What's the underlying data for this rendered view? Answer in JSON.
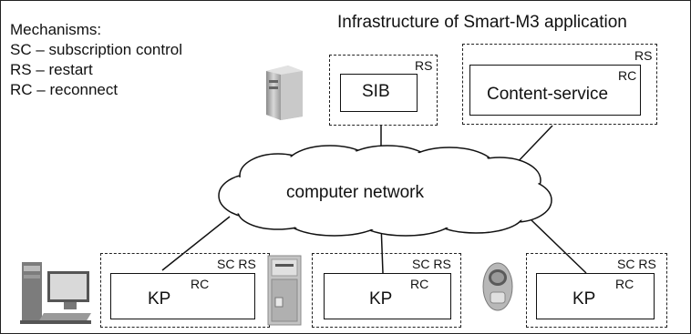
{
  "title": "Infrastructure of Smart-M3 application",
  "legend": {
    "heading": "Mechanisms:",
    "items": [
      "SC – subscription control",
      "RS – restart",
      "RC – reconnect"
    ]
  },
  "network": {
    "label": "computer network"
  },
  "nodes": {
    "sib": {
      "label": "SIB",
      "mechanisms_top": "RS",
      "icon": "server-tower-icon"
    },
    "content": {
      "label": "Content-service",
      "mechanisms_top": "RS",
      "mechanisms_inner": "RC"
    },
    "kp_left": {
      "label": "KP",
      "mechanisms_top": "SC RS",
      "mechanisms_inner": "RC",
      "icon": "desktop-computer-icon"
    },
    "kp_middle": {
      "label": "KP",
      "mechanisms_top": "SC RS",
      "mechanisms_inner": "RC",
      "icon": "server-cabinet-icon"
    },
    "kp_right": {
      "label": "KP",
      "mechanisms_top": "SC RS",
      "mechanisms_inner": "RC",
      "icon": "mobile-phone-icon"
    }
  }
}
